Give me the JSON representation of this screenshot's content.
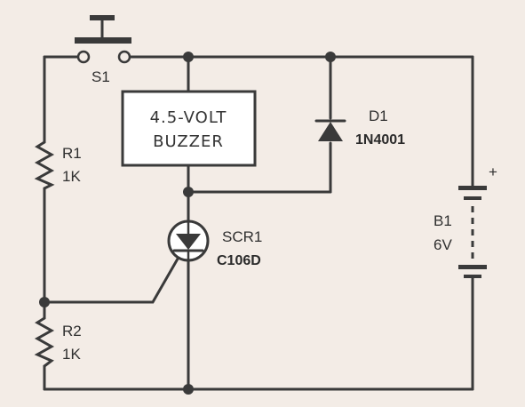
{
  "components": {
    "switch": {
      "ref": "S1"
    },
    "buzzer": {
      "line1": "4.5-VOLT",
      "line2": "BUZZER"
    },
    "diode": {
      "ref": "D1",
      "part": "1N4001"
    },
    "resistor1": {
      "ref": "R1",
      "value": "1K"
    },
    "resistor2": {
      "ref": "R2",
      "value": "1K"
    },
    "scr": {
      "ref": "SCR1",
      "part": "C106D"
    },
    "battery": {
      "ref": "B1",
      "value": "6V",
      "polarity": "+"
    }
  },
  "colors": {
    "ink": "#3a3a3a",
    "paper": "#f3ece6"
  }
}
